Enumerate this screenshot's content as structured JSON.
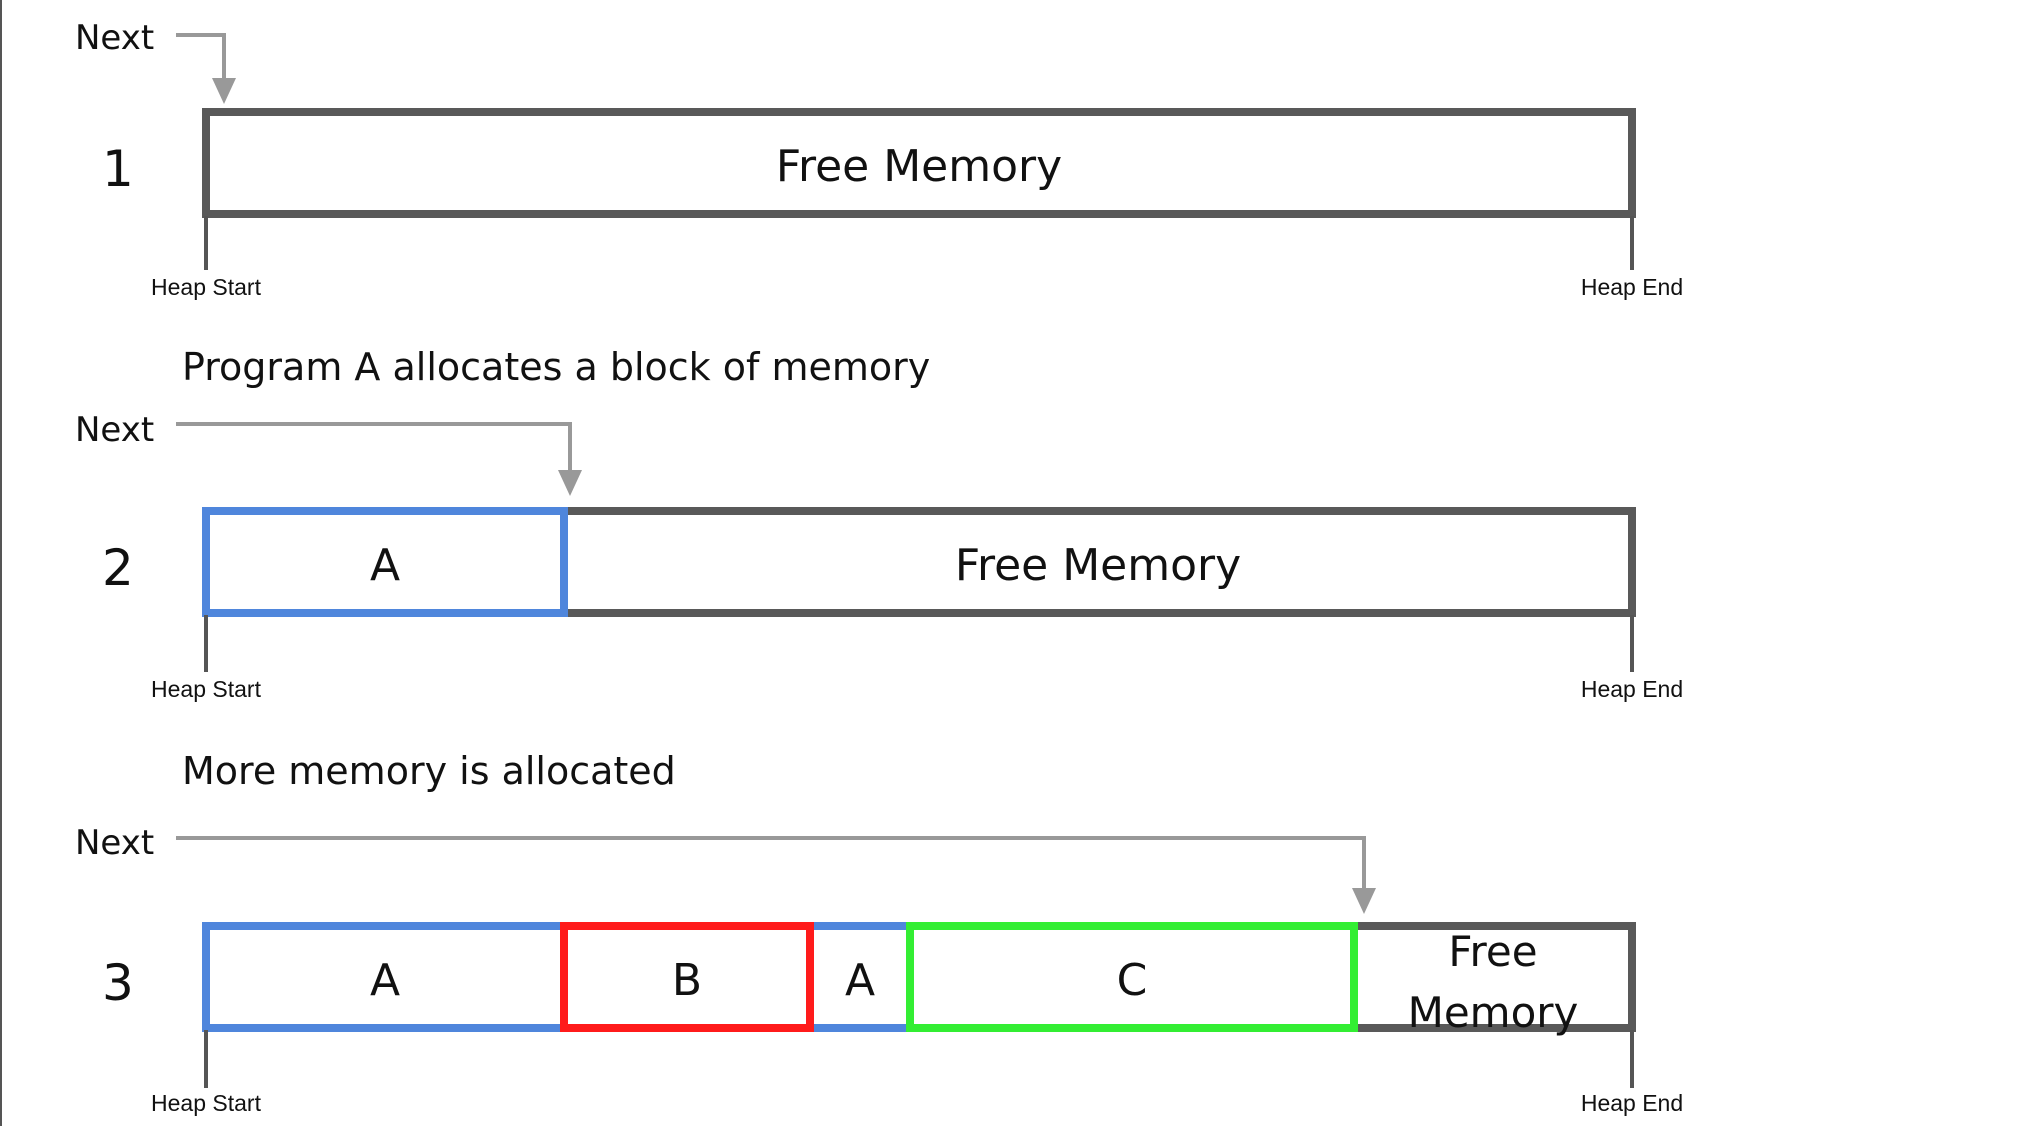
{
  "colors": {
    "free_border": "#595959",
    "a_border": "#4f86dc",
    "b_border": "#ff1b1b",
    "c_border": "#33ee33",
    "arrow": "#999999",
    "left_edge": "#555555"
  },
  "panels": [
    {
      "number": "1",
      "caption": "",
      "next_label": "Next",
      "heap_start": "Heap Start",
      "heap_end": "Heap End",
      "blocks": [
        {
          "label": "Free Memory",
          "kind": "free"
        }
      ]
    },
    {
      "number": "2",
      "caption": "Program A allocates a block of memory",
      "next_label": "Next",
      "heap_start": "Heap Start",
      "heap_end": "Heap End",
      "blocks": [
        {
          "label": "A",
          "kind": "A"
        },
        {
          "label": "Free Memory",
          "kind": "free"
        }
      ]
    },
    {
      "number": "3",
      "caption": "More memory is allocated",
      "next_label": "Next",
      "heap_start": "Heap Start",
      "heap_end": "Heap End",
      "blocks": [
        {
          "label": "A",
          "kind": "A"
        },
        {
          "label": "B",
          "kind": "B"
        },
        {
          "label": "A",
          "kind": "A"
        },
        {
          "label": "C",
          "kind": "C"
        },
        {
          "label": "Free Memory",
          "label_lines": [
            "Free",
            "Memory"
          ],
          "kind": "free"
        }
      ]
    }
  ]
}
